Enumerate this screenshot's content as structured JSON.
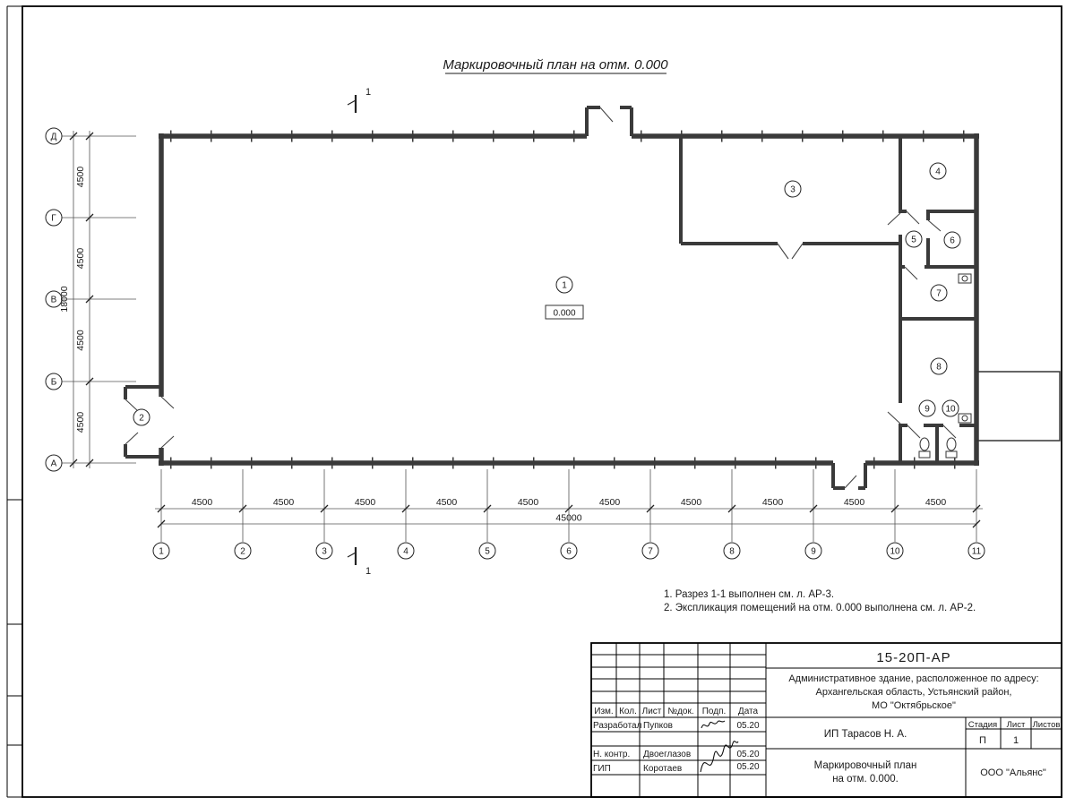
{
  "page": {
    "title": "Маркировочный план на отм. 0.000"
  },
  "plan": {
    "elevation": "0.000",
    "section_label": "1",
    "room_markers": [
      "1",
      "2",
      "3",
      "4",
      "5",
      "6",
      "7",
      "8",
      "9",
      "10"
    ],
    "row_axes": [
      "Д",
      "Г",
      "В",
      "Б",
      "А"
    ],
    "col_axes": [
      "1",
      "2",
      "3",
      "4",
      "5",
      "6",
      "7",
      "8",
      "9",
      "10",
      "11"
    ],
    "row_dims": [
      "4500",
      "4500",
      "4500",
      "4500"
    ],
    "row_total": "18000",
    "col_dims": [
      "4500",
      "4500",
      "4500",
      "4500",
      "4500",
      "4500",
      "4500",
      "4500",
      "4500",
      "4500"
    ],
    "col_total": "45000"
  },
  "notes": [
    "1. Разрез 1-1 выполнен см. л. АР-3.",
    "2. Экспликация помещений на отм. 0.000 выполнена см. л. АР-2."
  ],
  "title_block": {
    "doc_number": "15-20П-АР",
    "description_lines": [
      "Административное здание, расположенное по адресу:",
      "Архангельская область, Устьянский район,",
      "МО \"Октябрьское\""
    ],
    "columns": {
      "izm": "Изм.",
      "kol": "Кол.",
      "list": "Лист",
      "ndok": "№док.",
      "podp": "Подп.",
      "data": "Дата"
    },
    "rows": [
      {
        "role": "Разработал",
        "name": "Пупков",
        "date": "05.20"
      },
      {
        "role": "Н. контр.",
        "name": "Двоеглазов",
        "date": "05.20"
      },
      {
        "role": "ГИП",
        "name": "Коротаев",
        "date": "05.20"
      }
    ],
    "client": "ИП Тарасов Н. А.",
    "stage_label": "Стадия",
    "sheet_label": "Лист",
    "sheets_label": "Листов",
    "stage_value": "П",
    "sheet_value": "1",
    "sheet_name_lines": [
      "Маркировочный план",
      "на отм. 0.000."
    ],
    "company": "ООО \"Альянс\""
  }
}
